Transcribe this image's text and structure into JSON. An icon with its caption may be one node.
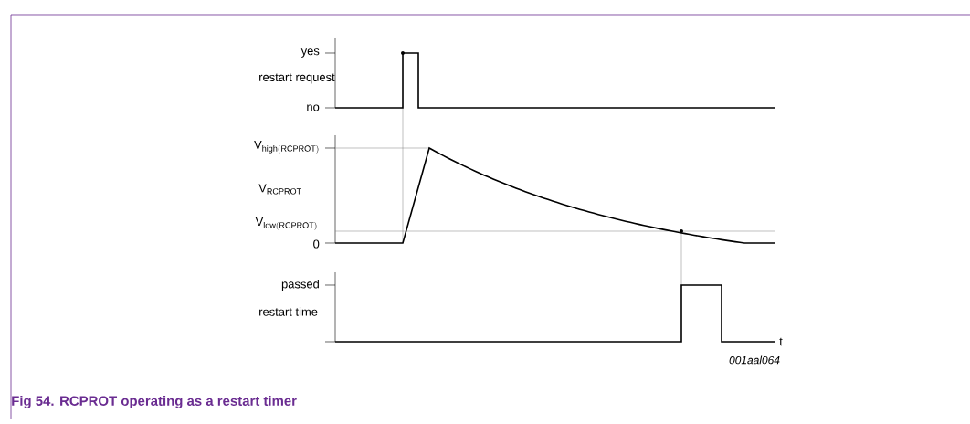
{
  "diagram": {
    "caption": "Fig 54.   RCPROT operating as a restart timer",
    "labels": [
      "yes",
      "restart request",
      "no",
      "\\mathrm{V}_{\\mathrm{high(RCPROT)}}",
      "\\mathrm{V}_{\\mathrm{RCPROT}}",
      "\\mathrm{V}_{\\mathrm{low(RCPROT)}}",
      "0",
      "passed",
      "restart time",
      "t",
      "001aal064"
    ]
  }
}
